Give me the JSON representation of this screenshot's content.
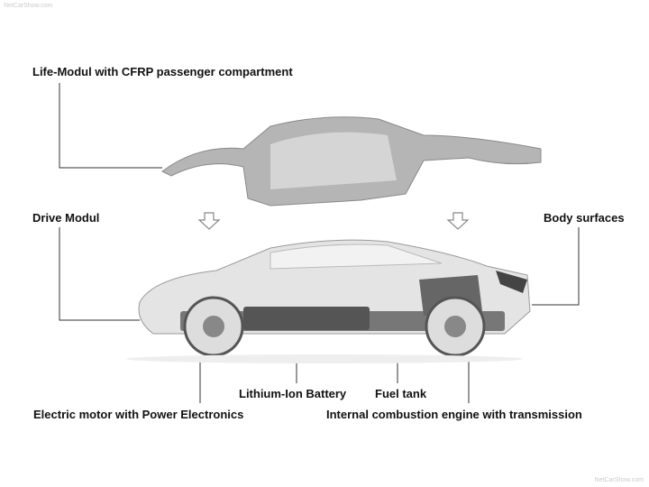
{
  "watermark_top": "NetCarShow.com",
  "watermark_bottom": "NetCarShow.com",
  "labels": {
    "life_modul": "Life-Modul with CFRP passenger compartment",
    "drive_modul": "Drive Modul",
    "body_surfaces": "Body surfaces",
    "battery": "Lithium-Ion Battery",
    "fuel_tank": "Fuel tank",
    "electric_motor": "Electric motor with Power Electronics",
    "engine": "Internal combustion engine with transmission"
  }
}
